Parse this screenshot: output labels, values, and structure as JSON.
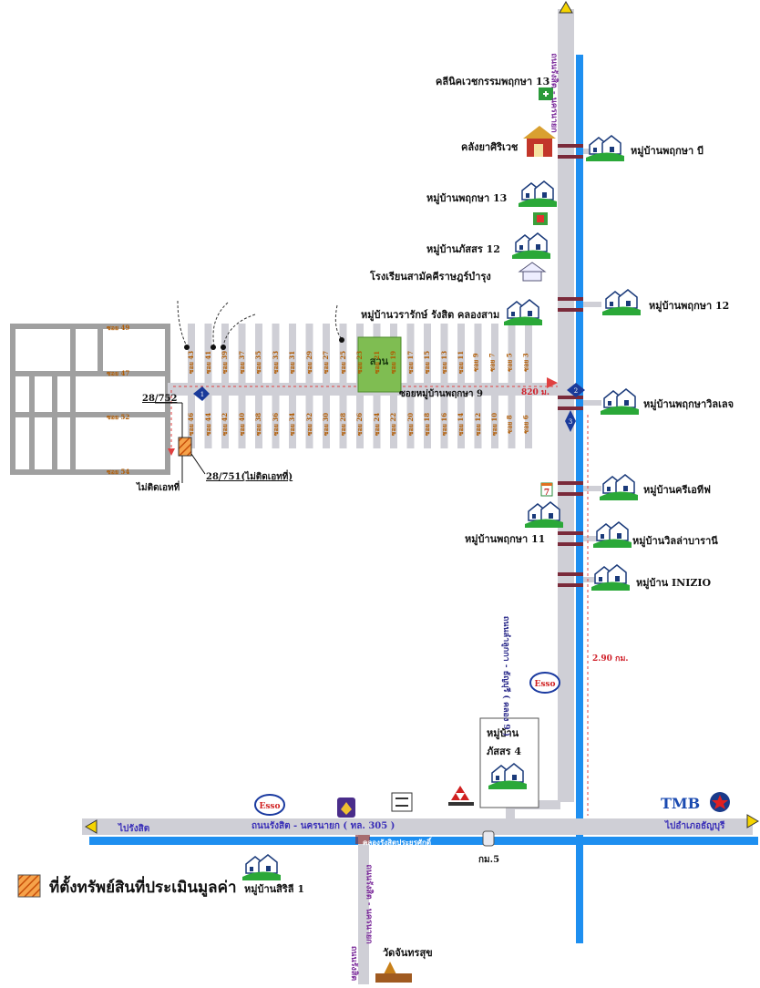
{
  "map": {
    "roads": {
      "main_road_label": "ถนนรังสิต - นครนายก ( ทล. 305 )",
      "canal_label": "คลองรังสิตประยูรศักดิ์",
      "vertical_road_label": "ถนนลำลูกกา - ธัญบุรี ( คลอง 9 )",
      "vertical_road_label_upper": "ถนนรังสิต - นครนายก",
      "lower_road_label": "ถนนรังสิต - นครนายก",
      "lower_road_label2": "ถนนรังสิต"
    },
    "directions": {
      "left": "ไปรังสิต",
      "right": "ไปอำเภอธัญบุรี"
    },
    "distances": {
      "d1": "820 ม.",
      "d2": "2.90 กม."
    },
    "places": {
      "clinic": "คลีนิคเวชกรรมพฤกษา 13",
      "pharmacy": "คลังยาศิริเวช",
      "village_pruksa13": "หมู่บ้านพฤกษา 13",
      "village_phatsorn12": "หมู่บ้านภัสสร 12",
      "school": "โรงเรียนสามัคคีราษฎร์บำรุง",
      "village_warak": "หมู่บ้านวรารักษ์ รังสิต คลองสาม",
      "village_pruksa_b": "หมู่บ้านพฤกษา บี",
      "village_pruksa12": "หมู่บ้านพฤกษา 12",
      "village_pruksaville": "หมู่บ้านพฤกษาวิลเลจ",
      "village_crealife": "หมู่บ้านครีเอทีฟ",
      "village_pruksa11": "หมู่บ้านพฤกษา 11",
      "village_villa": "หมู่บ้านวิลล่าบารานี",
      "village_inizio": "หมู่บ้าน INIZIO",
      "village_phatsorn4_l1": "หมู่บ้าน",
      "village_phatsorn4_l2": "ภัสสร 4",
      "village_sirisi": "หมู่บ้านสิริลี 1",
      "temple": "วัดจันทรสุข",
      "km5": "กม.5",
      "park": "สวน",
      "soi_main": "ซอยหมู่บ้านพฤกษา 9",
      "plot_a": "28/752",
      "plot_b": "28/751(ไม่ติดเอทที่)",
      "no_attach": "ไม่ติดเอทที่",
      "esso": "Esso",
      "tmb": "TMB"
    },
    "soi_left": [
      "ซอย 49",
      "ซอย 47",
      "ซอย 52",
      "ซอย 54"
    ],
    "soi_top": [
      "ซอย 43",
      "ซอย 41",
      "ซอย 39",
      "ซอย 37",
      "ซอย 35",
      "ซอย 33",
      "ซอย 31",
      "ซอย 29",
      "ซอย 27",
      "ซอย 25",
      "ซอย 23",
      "ซอย 21",
      "ซอย 19",
      "ซอย 17",
      "ซอย 15",
      "ซอย 13",
      "ซอย 11",
      "ซอย 9",
      "ซอย 7",
      "ซอย 5",
      "ซอย 3"
    ],
    "soi_bottom": [
      "ซอย 46",
      "ซอย 44",
      "ซอย 42",
      "ซอย 40",
      "ซอย 38",
      "ซอย 36",
      "ซอย 34",
      "ซอย 32",
      "ซอย 30",
      "ซอย 28",
      "ซอย 26",
      "ซอย 24",
      "ซอย 22",
      "ซอย 20",
      "ซอย 18",
      "ซอย 16",
      "ซอย 14",
      "ซอย 12",
      "ซอย 10",
      "ซอย 8",
      "ซอย 6"
    ],
    "markers": {
      "m1": "1",
      "m2": "2",
      "m3": "3"
    }
  },
  "legend": {
    "label": "ที่ตั้งทรัพย์สินที่ประเมินมูลค่า",
    "color": "#e8731a"
  },
  "colors": {
    "road": "#cfcfd6",
    "canal": "#1e8ff0",
    "text_route": "#3a2fb8",
    "distance": "#d0202a",
    "soi": "#b05a00"
  }
}
